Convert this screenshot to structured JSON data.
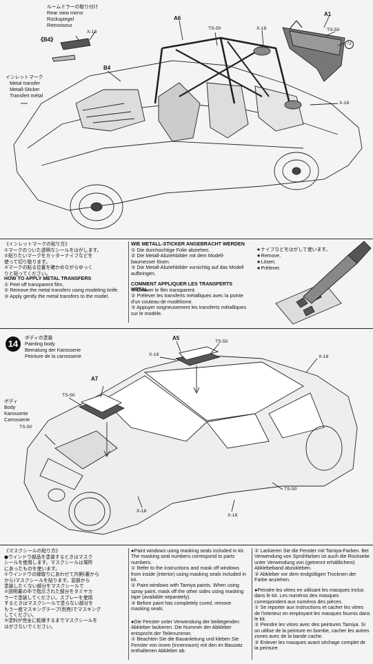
{
  "top_caption": {
    "jp": "ルームミラーの取り付け",
    "en": "Rear view mirror",
    "de": "Rückspiegel",
    "fr": "Retroviseur"
  },
  "step13": {
    "b4_label": "《B4》",
    "parts": {
      "x18_mirror": "X-18",
      "a6": "A6",
      "ts50_top": "TS-50",
      "x18_top": "X-18",
      "a1": "A1",
      "ts50_a1": "TS-50",
      "circle72": "72",
      "b4": "B4",
      "x18_right": "X-18"
    },
    "inlet": {
      "jp": "インレットマーク",
      "en": "Metal transfer",
      "de": "Metall-Sticker",
      "fr": "Transfert métal"
    }
  },
  "transfer_instructions": {
    "jp_title": "《インレットマークの貼り方》",
    "jp_lines": "①マークのついた透明なシールをはがします。\n②貼りたいマークをカッターナイフなどを\n使って切り取ります。\n③マークの貼る位置を確かめながらゆっく\nりと貼ってください。",
    "en_title": "HOW TO APPLY METAL TRANSFERS",
    "en_lines": "① Peel off transparent film.\n② Remove the metal transfers using modeling knife.\n③ Apply gently the metal transfers to the model.",
    "de_title": "WIE METALL-STICKER ANGEBRACHT WERDEN",
    "de_lines": "① Die durchsichtige Folie abziehen.\n② Die Metall-Abziehbilder mit dem Modell-baumesser lösen.\n③ Die Metall-Abziehbilder vorsichtig auf das Modell aufbringen.",
    "fr_title": "COMMENT APPLIQUER LES TRANSFERTS METAL",
    "fr_lines": "① Enlever le film transparent.\n② Prélever les transferts métalliques avec la pointe d'un couteau de modélisme.\n③ Appuyer soigneusement les transferts métalliques sur le modèle.",
    "knife": {
      "jp": "★ナイフなどをはがして使います。",
      "en": "★Remove.",
      "de": "★Lösen.",
      "fr": "★Prélever."
    }
  },
  "step14": {
    "number": "14",
    "jp": "ボディの塗装",
    "en": "Painting body",
    "de": "Bemalung der Karosserie",
    "fr": "Peinture de la carrosserie",
    "body": {
      "jp": "ボディ",
      "en": "Body",
      "de": "Karosserie",
      "fr": "Carrosserie"
    },
    "parts": {
      "a5": "A5",
      "ts50_a5": "TS-50",
      "x18_a5": "X-18",
      "a7": "A7",
      "ts50_a7": "TS-50",
      "x18_roof": "X-18",
      "ts50_body": "TS-50",
      "ts50_rear": "TS-50",
      "x18_front": "X-18",
      "x18_bottom": "X-18"
    }
  },
  "masking": {
    "jp_title": "《マスクシールの貼り方》",
    "jp_lines": "●ウインドウ部品を塗装するときはマスク\nシールを使用します。マスクシールは場所\nにあったものを使います。\n①ウインドウの縁取りにあわせて内側(裏から\nから)マスクシールを貼ります。窓部から\n塗装したくない部分をマスクシールで\n②説明書の中で指示された部分をタミヤカ\nラーで塗装してください。スプレーを使用\nするときはマスクシールで塗らない部分を\nもう一度マスキングテープ(別売)でマスキング\nしてください。\n③塗料が完全に乾燥するまでマスクシールを\nはがさないでください。",
    "en_lines": "●Paint windows using masking seals included in kit. The masking seal numbers correspond to parts numbers.\n① Refer to the instructions and mask off windows from inside (interior) using masking seals included in kit.\n② Paint windows with Tamiya paints. When using spray paint, mask off the other sides using masking tape (available separately).\n③ Before paint has completely cured, remove masking seals.",
    "de_lines": "●Die Fenster unter Verwendung der beiliegenden Abkleber lackieren. Die Nummer der Abkleber entspricht der Teilenummer.\n① Beachten Sie die Bauanleitung und kleben Sie Fenster von innen (Innenraum) mit den im Bausatz enthaltenen Abkleber ab.",
    "de2_lines": "② Lackieren Sie die Fenster mit Tamiya-Farben. Bei Verwendung von Sprühfarben ist auch die Rückseite unter Verwendung von (getrennt erhältlichem) Abklebeband abzukleben.\n③ Abkleber vor dem endgültigen Trocknen der Farbe anziehen.",
    "fr_lines": "●Peindre les vitres en utilisant les masques inclus dans le kit. Les numéros des masques correspondent aux numéros des pièces.\n① Se reporter aux instructions et cacher les vitres de l'interieur en employant les masques fournis dans le kit.\n② Peindre les vitres avec des peintures Tamiya. Si on utilise de la peinture en bombe, cacher les autres zones avec de la bande cache.\n③ Enlever les masques avant séchage complet de la peinture."
  },
  "colors": {
    "ink": "#111111",
    "paper": "#f4f4f2",
    "step_badge": "#111111"
  }
}
